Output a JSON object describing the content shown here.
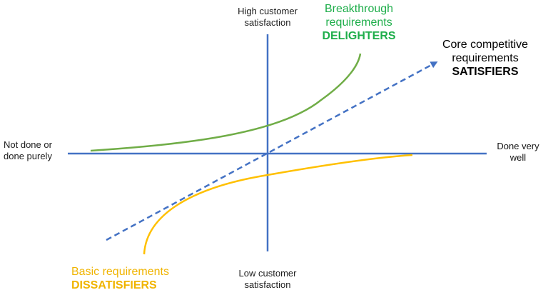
{
  "axes": {
    "top": [
      "High customer",
      "satisfaction"
    ],
    "bottom": [
      "Low customer",
      "satisfaction"
    ],
    "left": [
      "Not done or",
      "done purely"
    ],
    "right": [
      "Done very",
      "well"
    ]
  },
  "categories": {
    "delighters": {
      "line1": "Breakthrough",
      "line2": "requirements",
      "name": "DELIGHTERS"
    },
    "satisfiers": {
      "line1": "Core competitive",
      "line2": "requirements",
      "name": "SATISFIERS"
    },
    "dissatisfiers": {
      "line1": "Basic requirements",
      "name": "DISSATISFIERS"
    }
  },
  "colors": {
    "axis": "#4472c4",
    "delighters": "#70ad47",
    "satisfiers": "#4472c4",
    "dissatisfiers": "#ffc000",
    "delighters_text": "#1fae4b",
    "dissatisfiers_text": "#f0b400"
  }
}
